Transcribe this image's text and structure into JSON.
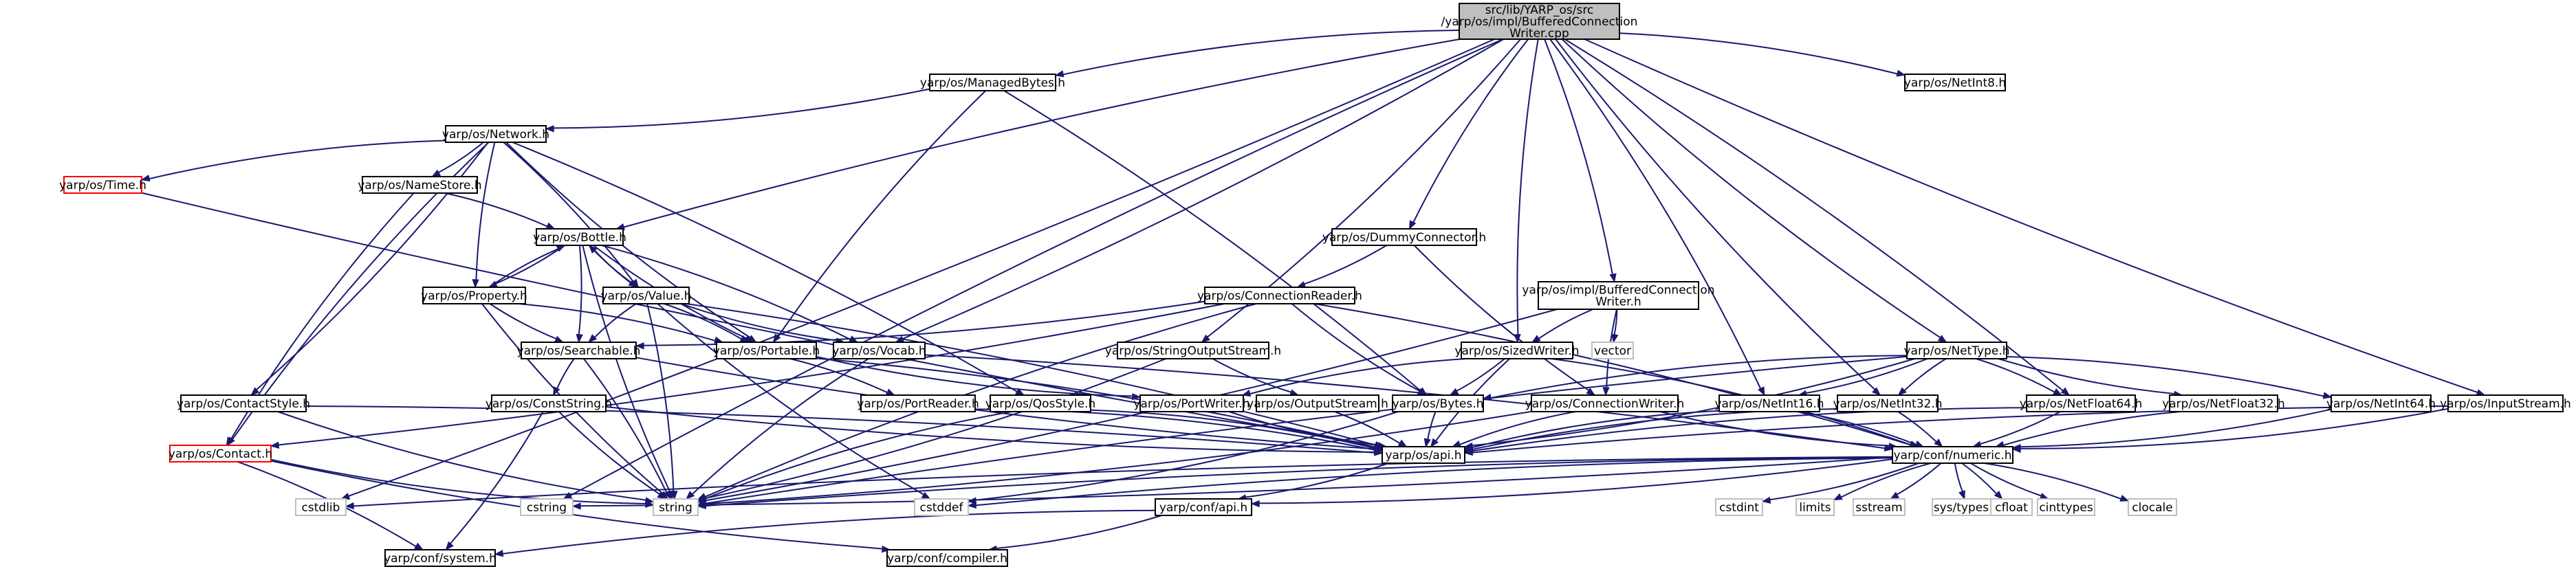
{
  "nodes": [
    {
      "id": "root",
      "lines": [
        "src/lib/YARP_os/src",
        "/yarp/os/impl/BufferedConnection",
        "Writer.cpp"
      ],
      "style": "root"
    },
    {
      "id": "managedbytes",
      "lines": [
        "yarp/os/ManagedBytes.h"
      ],
      "style": "normal"
    },
    {
      "id": "netint8",
      "lines": [
        "yarp/os/NetInt8.h"
      ],
      "style": "normal"
    },
    {
      "id": "network",
      "lines": [
        "yarp/os/Network.h"
      ],
      "style": "normal"
    },
    {
      "id": "time",
      "lines": [
        "yarp/os/Time.h"
      ],
      "style": "red"
    },
    {
      "id": "namestore",
      "lines": [
        "yarp/os/NameStore.h"
      ],
      "style": "normal"
    },
    {
      "id": "bottle",
      "lines": [
        "yarp/os/Bottle.h"
      ],
      "style": "normal"
    },
    {
      "id": "property",
      "lines": [
        "yarp/os/Property.h"
      ],
      "style": "normal"
    },
    {
      "id": "value",
      "lines": [
        "yarp/os/Value.h"
      ],
      "style": "normal"
    },
    {
      "id": "searchable",
      "lines": [
        "yarp/os/Searchable.h"
      ],
      "style": "normal"
    },
    {
      "id": "portable",
      "lines": [
        "yarp/os/Portable.h"
      ],
      "style": "normal"
    },
    {
      "id": "vocab",
      "lines": [
        "yarp/os/Vocab.h"
      ],
      "style": "normal"
    },
    {
      "id": "contactstyle",
      "lines": [
        "yarp/os/ContactStyle.h"
      ],
      "style": "normal"
    },
    {
      "id": "conststring",
      "lines": [
        "yarp/os/ConstString.h"
      ],
      "style": "normal"
    },
    {
      "id": "portreader",
      "lines": [
        "yarp/os/PortReader.h"
      ],
      "style": "normal"
    },
    {
      "id": "qosstyle",
      "lines": [
        "yarp/os/QosStyle.h"
      ],
      "style": "normal"
    },
    {
      "id": "contact",
      "lines": [
        "yarp/os/Contact.h"
      ],
      "style": "red"
    },
    {
      "id": "dummyconnector",
      "lines": [
        "yarp/os/DummyConnector.h"
      ],
      "style": "normal"
    },
    {
      "id": "connectionreader",
      "lines": [
        "yarp/os/ConnectionReader.h"
      ],
      "style": "normal"
    },
    {
      "id": "stringoutputstream",
      "lines": [
        "yarp/os/StringOutputStream.h"
      ],
      "style": "normal"
    },
    {
      "id": "portwriter",
      "lines": [
        "yarp/os/PortWriter.h"
      ],
      "style": "normal"
    },
    {
      "id": "outputstream",
      "lines": [
        "yarp/os/OutputStream.h"
      ],
      "style": "normal"
    },
    {
      "id": "bytes",
      "lines": [
        "yarp/os/Bytes.h"
      ],
      "style": "normal"
    },
    {
      "id": "bcwriter",
      "lines": [
        "yarp/os/impl/BufferedConnection",
        "Writer.h"
      ],
      "style": "normal"
    },
    {
      "id": "sizedwriter",
      "lines": [
        "yarp/os/SizedWriter.h"
      ],
      "style": "normal"
    },
    {
      "id": "vector",
      "lines": [
        "vector"
      ],
      "style": "gray"
    },
    {
      "id": "connectionwriter",
      "lines": [
        "yarp/os/ConnectionWriter.h"
      ],
      "style": "normal"
    },
    {
      "id": "osapi",
      "lines": [
        "yarp/os/api.h"
      ],
      "style": "normal"
    },
    {
      "id": "nettype",
      "lines": [
        "yarp/os/NetType.h"
      ],
      "style": "normal"
    },
    {
      "id": "netint16",
      "lines": [
        "yarp/os/NetInt16.h"
      ],
      "style": "normal"
    },
    {
      "id": "netint32",
      "lines": [
        "yarp/os/NetInt32.h"
      ],
      "style": "normal"
    },
    {
      "id": "netfloat64",
      "lines": [
        "yarp/os/NetFloat64.h"
      ],
      "style": "normal"
    },
    {
      "id": "netfloat32",
      "lines": [
        "yarp/os/NetFloat32.h"
      ],
      "style": "normal"
    },
    {
      "id": "netint64",
      "lines": [
        "yarp/os/NetInt64.h"
      ],
      "style": "normal"
    },
    {
      "id": "inputstream",
      "lines": [
        "yarp/os/InputStream.h"
      ],
      "style": "normal"
    },
    {
      "id": "numeric",
      "lines": [
        "yarp/conf/numeric.h"
      ],
      "style": "normal"
    },
    {
      "id": "cstdlib",
      "lines": [
        "cstdlib"
      ],
      "style": "gray"
    },
    {
      "id": "cstring",
      "lines": [
        "cstring"
      ],
      "style": "gray"
    },
    {
      "id": "string",
      "lines": [
        "string"
      ],
      "style": "gray"
    },
    {
      "id": "cstddef",
      "lines": [
        "cstddef"
      ],
      "style": "gray"
    },
    {
      "id": "confapi",
      "lines": [
        "yarp/conf/api.h"
      ],
      "style": "normal"
    },
    {
      "id": "cstdint",
      "lines": [
        "cstdint"
      ],
      "style": "gray"
    },
    {
      "id": "limits",
      "lines": [
        "limits"
      ],
      "style": "gray"
    },
    {
      "id": "sstream",
      "lines": [
        "sstream"
      ],
      "style": "gray"
    },
    {
      "id": "systypes",
      "lines": [
        "sys/types.h"
      ],
      "style": "gray"
    },
    {
      "id": "cfloat",
      "lines": [
        "cfloat"
      ],
      "style": "gray"
    },
    {
      "id": "cinttypes",
      "lines": [
        "cinttypes"
      ],
      "style": "gray"
    },
    {
      "id": "clocale",
      "lines": [
        "clocale"
      ],
      "style": "gray"
    },
    {
      "id": "system",
      "lines": [
        "yarp/conf/system.h"
      ],
      "style": "normal"
    },
    {
      "id": "compiler",
      "lines": [
        "yarp/conf/compiler.h"
      ],
      "style": "normal"
    }
  ],
  "edges": [
    [
      "root",
      "managedbytes"
    ],
    [
      "root",
      "netint8"
    ],
    [
      "root",
      "bottle"
    ],
    [
      "root",
      "vocab"
    ],
    [
      "root",
      "dummyconnector"
    ],
    [
      "root",
      "stringoutputstream"
    ],
    [
      "root",
      "sizedwriter"
    ],
    [
      "root",
      "bcwriter"
    ],
    [
      "root",
      "nettype"
    ],
    [
      "root",
      "netint16"
    ],
    [
      "root",
      "netint32"
    ],
    [
      "root",
      "netfloat64"
    ],
    [
      "root",
      "inputstream"
    ],
    [
      "root",
      "cstdlib"
    ],
    [
      "root",
      "cstring"
    ],
    [
      "managedbytes",
      "network"
    ],
    [
      "managedbytes",
      "portable"
    ],
    [
      "managedbytes",
      "bytes"
    ],
    [
      "network",
      "time"
    ],
    [
      "network",
      "namestore"
    ],
    [
      "network",
      "property"
    ],
    [
      "network",
      "value"
    ],
    [
      "network",
      "portable"
    ],
    [
      "network",
      "contactstyle"
    ],
    [
      "network",
      "contact"
    ],
    [
      "network",
      "qosstyle"
    ],
    [
      "time",
      "osapi"
    ],
    [
      "namestore",
      "bottle"
    ],
    [
      "namestore",
      "contact"
    ],
    [
      "bottle",
      "property"
    ],
    [
      "bottle",
      "value"
    ],
    [
      "bottle",
      "searchable"
    ],
    [
      "bottle",
      "portable"
    ],
    [
      "bottle",
      "vocab"
    ],
    [
      "bottle",
      "string"
    ],
    [
      "property",
      "bottle"
    ],
    [
      "property",
      "searchable"
    ],
    [
      "property",
      "portable"
    ],
    [
      "property",
      "string"
    ],
    [
      "value",
      "bottle"
    ],
    [
      "value",
      "searchable"
    ],
    [
      "value",
      "portable"
    ],
    [
      "value",
      "vocab"
    ],
    [
      "value",
      "string"
    ],
    [
      "value",
      "cstddef"
    ],
    [
      "value",
      "osapi"
    ],
    [
      "searchable",
      "conststring"
    ],
    [
      "searchable",
      "string"
    ],
    [
      "searchable",
      "osapi"
    ],
    [
      "portable",
      "portreader"
    ],
    [
      "portable",
      "portwriter"
    ],
    [
      "portable",
      "osapi"
    ],
    [
      "vocab",
      "string"
    ],
    [
      "vocab",
      "numeric"
    ],
    [
      "contactstyle",
      "string"
    ],
    [
      "contactstyle",
      "osapi"
    ],
    [
      "conststring",
      "string"
    ],
    [
      "conststring",
      "system"
    ],
    [
      "conststring",
      "osapi"
    ],
    [
      "portreader",
      "osapi"
    ],
    [
      "qosstyle",
      "string"
    ],
    [
      "qosstyle",
      "osapi"
    ],
    [
      "contact",
      "string"
    ],
    [
      "contact",
      "system"
    ],
    [
      "contact",
      "compiler"
    ],
    [
      "dummyconnector",
      "connectionreader"
    ],
    [
      "dummyconnector",
      "connectionwriter"
    ],
    [
      "connectionreader",
      "searchable"
    ],
    [
      "connectionreader",
      "bytes"
    ],
    [
      "connectionreader",
      "contact"
    ],
    [
      "connectionreader",
      "string"
    ],
    [
      "connectionreader",
      "numeric"
    ],
    [
      "stringoutputstream",
      "outputstream"
    ],
    [
      "stringoutputstream",
      "string"
    ],
    [
      "portwriter",
      "osapi"
    ],
    [
      "outputstream",
      "osapi"
    ],
    [
      "bytes",
      "osapi"
    ],
    [
      "bytes",
      "cstddef"
    ],
    [
      "bcwriter",
      "sizedwriter"
    ],
    [
      "bcwriter",
      "vector"
    ],
    [
      "bcwriter",
      "connectionwriter"
    ],
    [
      "bcwriter",
      "string"
    ],
    [
      "sizedwriter",
      "portwriter"
    ],
    [
      "sizedwriter",
      "bytes"
    ],
    [
      "sizedwriter",
      "osapi"
    ],
    [
      "sizedwriter",
      "numeric"
    ],
    [
      "connectionwriter",
      "osapi"
    ],
    [
      "connectionwriter",
      "string"
    ],
    [
      "connectionwriter",
      "numeric"
    ],
    [
      "osapi",
      "confapi"
    ],
    [
      "nettype",
      "bytes"
    ],
    [
      "nettype",
      "netint16"
    ],
    [
      "nettype",
      "netint32"
    ],
    [
      "nettype",
      "netfloat64"
    ],
    [
      "nettype",
      "netfloat32"
    ],
    [
      "nettype",
      "netint64"
    ],
    [
      "nettype",
      "string"
    ],
    [
      "nettype",
      "osapi"
    ],
    [
      "netint16",
      "osapi"
    ],
    [
      "netint16",
      "numeric"
    ],
    [
      "netint32",
      "osapi"
    ],
    [
      "netint32",
      "numeric"
    ],
    [
      "netfloat64",
      "osapi"
    ],
    [
      "netfloat64",
      "numeric"
    ],
    [
      "netfloat32",
      "numeric"
    ],
    [
      "netint64",
      "numeric"
    ],
    [
      "inputstream",
      "osapi"
    ],
    [
      "inputstream",
      "numeric"
    ],
    [
      "numeric",
      "cstddef"
    ],
    [
      "numeric",
      "cstdint"
    ],
    [
      "numeric",
      "limits"
    ],
    [
      "numeric",
      "sstream"
    ],
    [
      "numeric",
      "systypes"
    ],
    [
      "numeric",
      "cfloat"
    ],
    [
      "numeric",
      "cinttypes"
    ],
    [
      "numeric",
      "clocale"
    ],
    [
      "numeric",
      "string"
    ],
    [
      "numeric",
      "cstring"
    ],
    [
      "numeric",
      "cstdlib"
    ],
    [
      "numeric",
      "confapi"
    ],
    [
      "confapi",
      "system"
    ],
    [
      "confapi",
      "compiler"
    ]
  ]
}
